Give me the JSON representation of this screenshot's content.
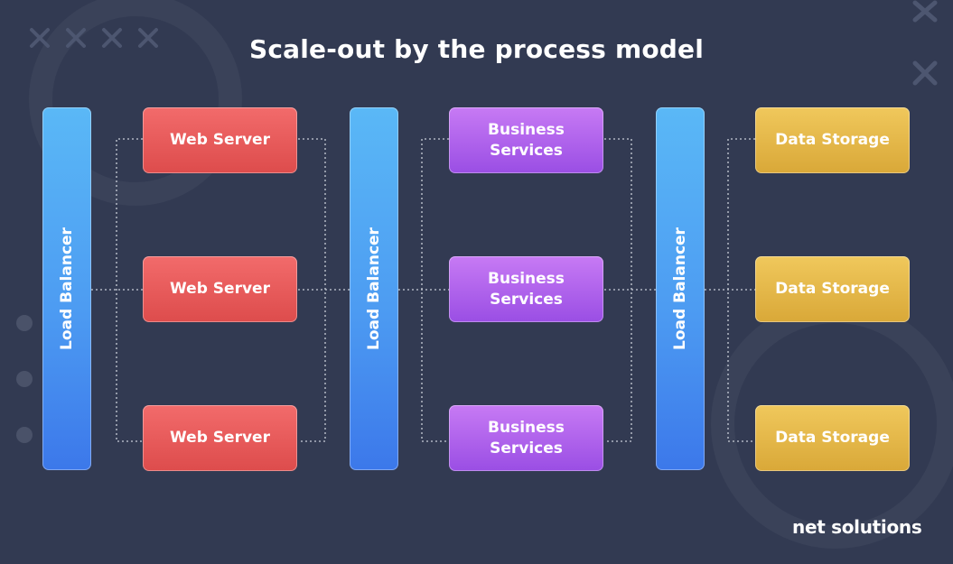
{
  "title": "Scale-out by the process model",
  "load_balancers": [
    {
      "label": "Load Balancer"
    },
    {
      "label": "Load Balancer"
    },
    {
      "label": "Load Balancer"
    }
  ],
  "web_servers": [
    {
      "label": "Web Server"
    },
    {
      "label": "Web Server"
    },
    {
      "label": "Web Server"
    }
  ],
  "business_services": [
    {
      "label": "Business\nServices"
    },
    {
      "label": "Business\nServices"
    },
    {
      "label": "Business\nServices"
    }
  ],
  "data_storage": [
    {
      "label": "Data Storage"
    },
    {
      "label": "Data Storage"
    },
    {
      "label": "Data Storage"
    }
  ],
  "logo": {
    "text": "net solutions"
  },
  "colors": {
    "background": "#323a52",
    "load_balancer": "#4d9cf2",
    "web_server": "#e95a5a",
    "business_services": "#b064ec",
    "data_storage": "#e8b94a",
    "connector": "#c9ced8"
  },
  "icons": [
    "close-x-icon",
    "dot-icon"
  ]
}
